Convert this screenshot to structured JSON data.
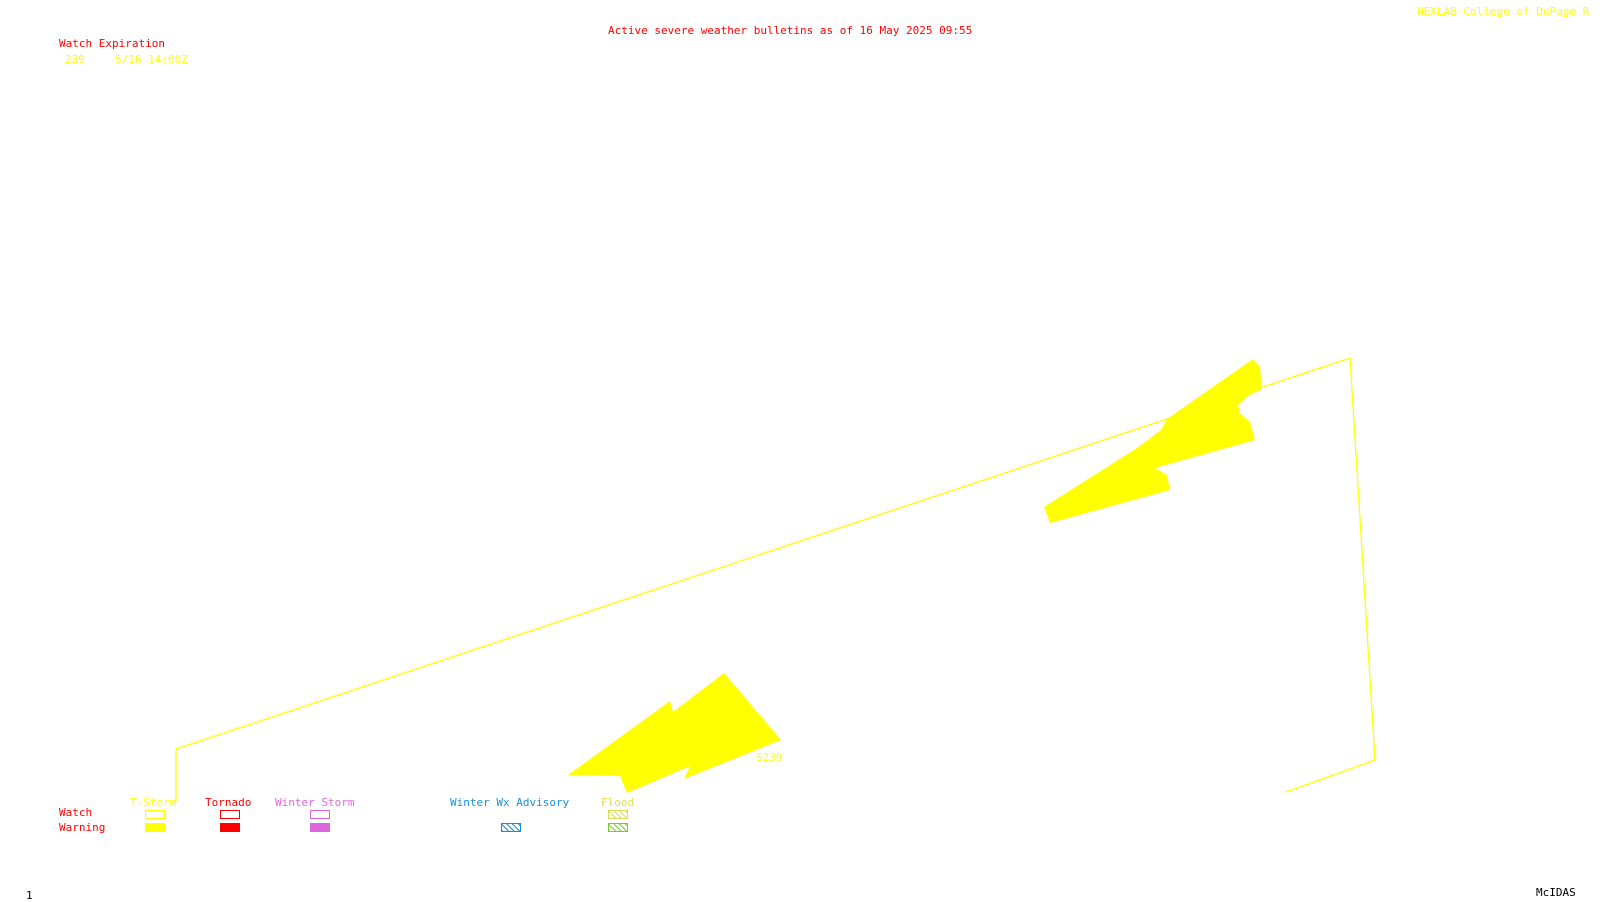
{
  "header": {
    "title": "Active severe weather bulletins as of 16 May 2025 09:55",
    "credit": "NEXLAB-College of DuPage R"
  },
  "watch_expiration": {
    "heading": "Watch Expiration",
    "entries": [
      {
        "number": "239",
        "expires": "5/16 14:00Z"
      }
    ]
  },
  "map": {
    "watch_label": "S239",
    "colors": {
      "tstorm": "#ffff00",
      "tornado": "#ff0000",
      "winter_storm": "#dd66dd",
      "winter_adv": "#1a8fd6",
      "flood": "#77cc33"
    }
  },
  "legend": {
    "row_watch": "Watch",
    "row_warning": "Warning",
    "columns": [
      "T-Storm",
      "Tornado",
      "Winter Storm",
      "Winter Wx Advisory",
      "Flood"
    ]
  },
  "footer": {
    "frame": "1",
    "software": "McIDAS"
  }
}
